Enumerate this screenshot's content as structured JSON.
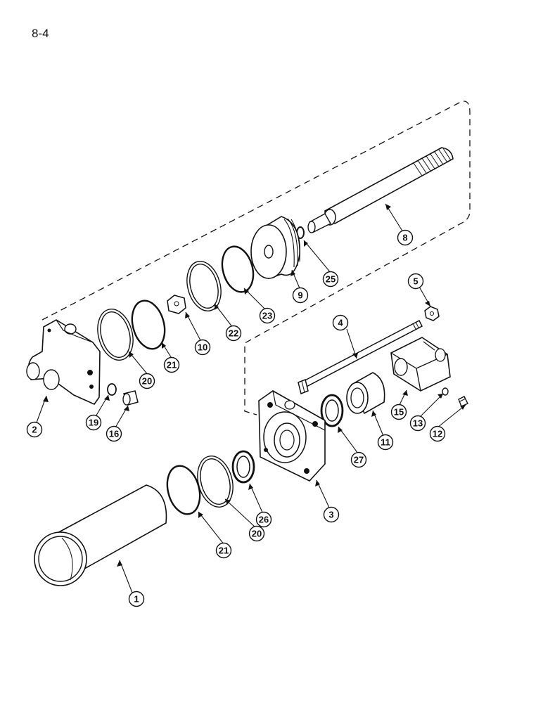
{
  "page_number": "8-4",
  "callouts": [
    {
      "key": "c1",
      "text": "1"
    },
    {
      "key": "c2",
      "text": "2"
    },
    {
      "key": "c3",
      "text": "3"
    },
    {
      "key": "c4",
      "text": "4"
    },
    {
      "key": "c5",
      "text": "5"
    },
    {
      "key": "c8",
      "text": "8"
    },
    {
      "key": "c9",
      "text": "9"
    },
    {
      "key": "c10",
      "text": "10"
    },
    {
      "key": "c11",
      "text": "11"
    },
    {
      "key": "c12",
      "text": "12"
    },
    {
      "key": "c13",
      "text": "13"
    },
    {
      "key": "c15",
      "text": "15"
    },
    {
      "key": "c16",
      "text": "16"
    },
    {
      "key": "c19",
      "text": "19"
    },
    {
      "key": "c20a",
      "text": "20"
    },
    {
      "key": "c20b",
      "text": "20"
    },
    {
      "key": "c21a",
      "text": "21"
    },
    {
      "key": "c21b",
      "text": "21"
    },
    {
      "key": "c22",
      "text": "22"
    },
    {
      "key": "c23",
      "text": "23"
    },
    {
      "key": "c25",
      "text": "25"
    },
    {
      "key": "c26",
      "text": "26"
    },
    {
      "key": "c27",
      "text": "27"
    }
  ]
}
